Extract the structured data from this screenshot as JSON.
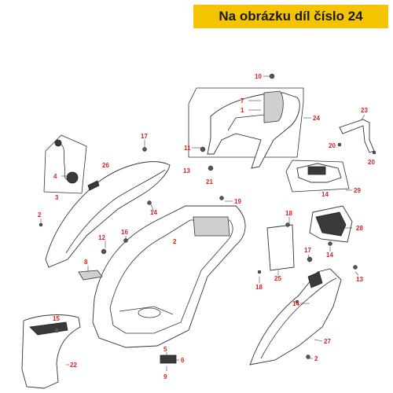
{
  "banner": {
    "text": "Na obrázku díl číslo 24",
    "color": "#f5c400"
  },
  "callout_color": "#e02020",
  "callouts": [
    "10",
    "7",
    "1",
    "24",
    "23",
    "17",
    "11",
    "13",
    "21",
    "20",
    "20",
    "4",
    "3",
    "26",
    "2",
    "14",
    "19",
    "29",
    "14",
    "18",
    "28",
    "12",
    "16",
    "2",
    "8",
    "15",
    "22",
    "5",
    "6",
    "9",
    "25",
    "17",
    "14",
    "13",
    "18",
    "14",
    "27",
    "2"
  ]
}
